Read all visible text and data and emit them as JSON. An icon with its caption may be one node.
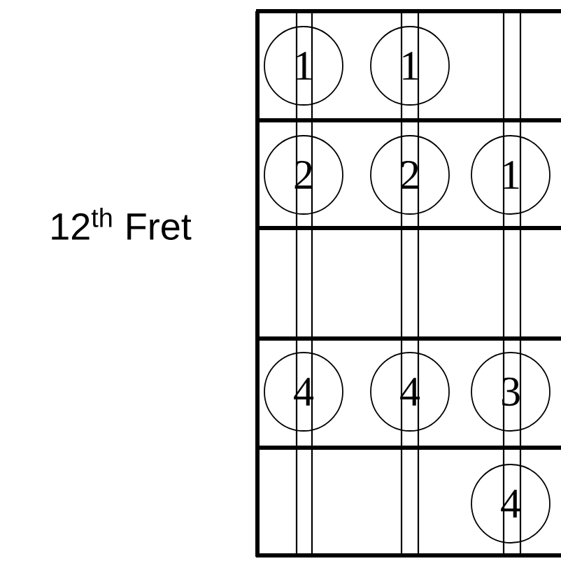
{
  "diagram": {
    "nodes": [
      {
        "text": [
          "1"
        ]
      },
      {
        "text": [
          "1"
        ]
      },
      {
        "text": [
          "2"
        ]
      },
      {
        "text": [
          "2"
        ]
      },
      {
        "text": [
          "1"
        ]
      },
      {
        "text": [
          "4"
        ]
      },
      {
        "text": [
          "4"
        ]
      },
      {
        "text": [
          "3"
        ]
      },
      {
        "text": [
          "4"
        ]
      }
    ],
    "labels": [
      "12$^{th}$ Fret"
    ]
  }
}
